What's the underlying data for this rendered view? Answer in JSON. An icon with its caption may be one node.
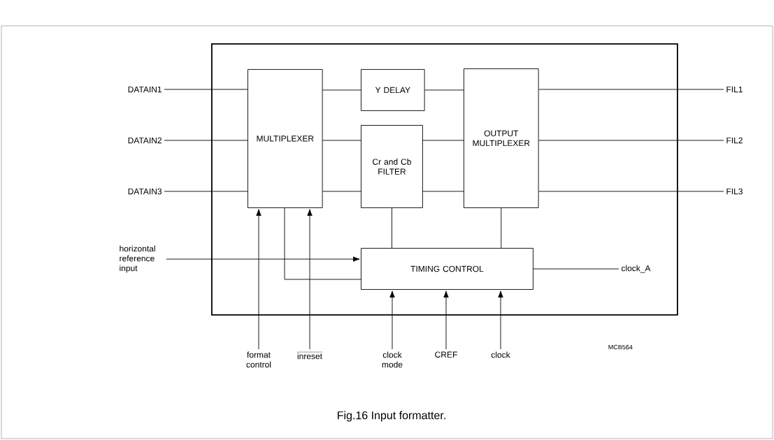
{
  "diagram": {
    "caption": "Fig.16 Input formatter.",
    "nodes": [
      {
        "text": [],
        "shape": "box"
      },
      {
        "text": [
          "MULTIPLEXER"
        ],
        "in": 0
      },
      {
        "text": [
          "Y DELAY"
        ],
        "in": 0
      },
      {
        "text": [
          "Cr and Cb FILTER"
        ],
        "in": 0
      },
      {
        "text": [
          "OUTPUT MULTIPLEXER"
        ],
        "in": 0
      },
      {
        "text": [
          "TIMING CONTROL"
        ],
        "in": 0
      },
      {
        "text": [
          "DATAIN1"
        ]
      },
      {
        "text": [
          "DATAIN2"
        ]
      },
      {
        "text": [
          "DATAIN3"
        ]
      },
      {
        "text": [
          "FIL1"
        ]
      },
      {
        "text": [
          "FIL2"
        ]
      },
      {
        "text": [
          "FIL3"
        ]
      },
      {
        "text": [
          "horizontal reference input"
        ]
      },
      {
        "text": [
          "clock_A"
        ],
        "in": 0
      },
      {
        "text": [
          "format control"
        ]
      },
      {
        "text": [
          "inreset"
        ]
      },
      {
        "text": [
          "clock mode"
        ]
      },
      {
        "text": [
          "CREF"
        ]
      },
      {
        "text": [
          "clock"
        ]
      }
    ],
    "edges": [
      {
        "from": 6,
        "to": 1,
        "arrow": "none"
      },
      {
        "from": 7,
        "to": 1,
        "arrow": "none"
      },
      {
        "from": 8,
        "to": 1,
        "arrow": "none"
      },
      {
        "from": 1,
        "to": 2,
        "arrow": "none"
      },
      {
        "from": 1,
        "to": 3,
        "arrow": "none"
      },
      {
        "from": 1,
        "to": 3,
        "arrow": "none"
      },
      {
        "from": 2,
        "to": 4,
        "arrow": "none"
      },
      {
        "from": 3,
        "to": 4,
        "arrow": "none"
      },
      {
        "from": 3,
        "to": 4,
        "arrow": "none"
      },
      {
        "from": 4,
        "to": 9,
        "arrow": "none"
      },
      {
        "from": 4,
        "to": 10,
        "arrow": "none"
      },
      {
        "from": 4,
        "to": 11,
        "arrow": "none"
      },
      {
        "from": 3,
        "to": 5,
        "arrow": "none"
      },
      {
        "from": 4,
        "to": 5,
        "arrow": "none"
      },
      {
        "from": 5,
        "to": 1,
        "arrow": "none"
      },
      {
        "from": 12,
        "to": 5,
        "arrow": "to"
      },
      {
        "from": 5,
        "to": 13,
        "arrow": "none"
      },
      {
        "from": 14,
        "to": 1,
        "arrow": "to"
      },
      {
        "from": 15,
        "to": 1,
        "arrow": "to"
      },
      {
        "from": 16,
        "to": 5,
        "arrow": "to"
      },
      {
        "from": 17,
        "to": 5,
        "arrow": "to"
      },
      {
        "from": 18,
        "to": 5,
        "arrow": "to"
      }
    ],
    "labels": [
      "MCB564"
    ]
  }
}
